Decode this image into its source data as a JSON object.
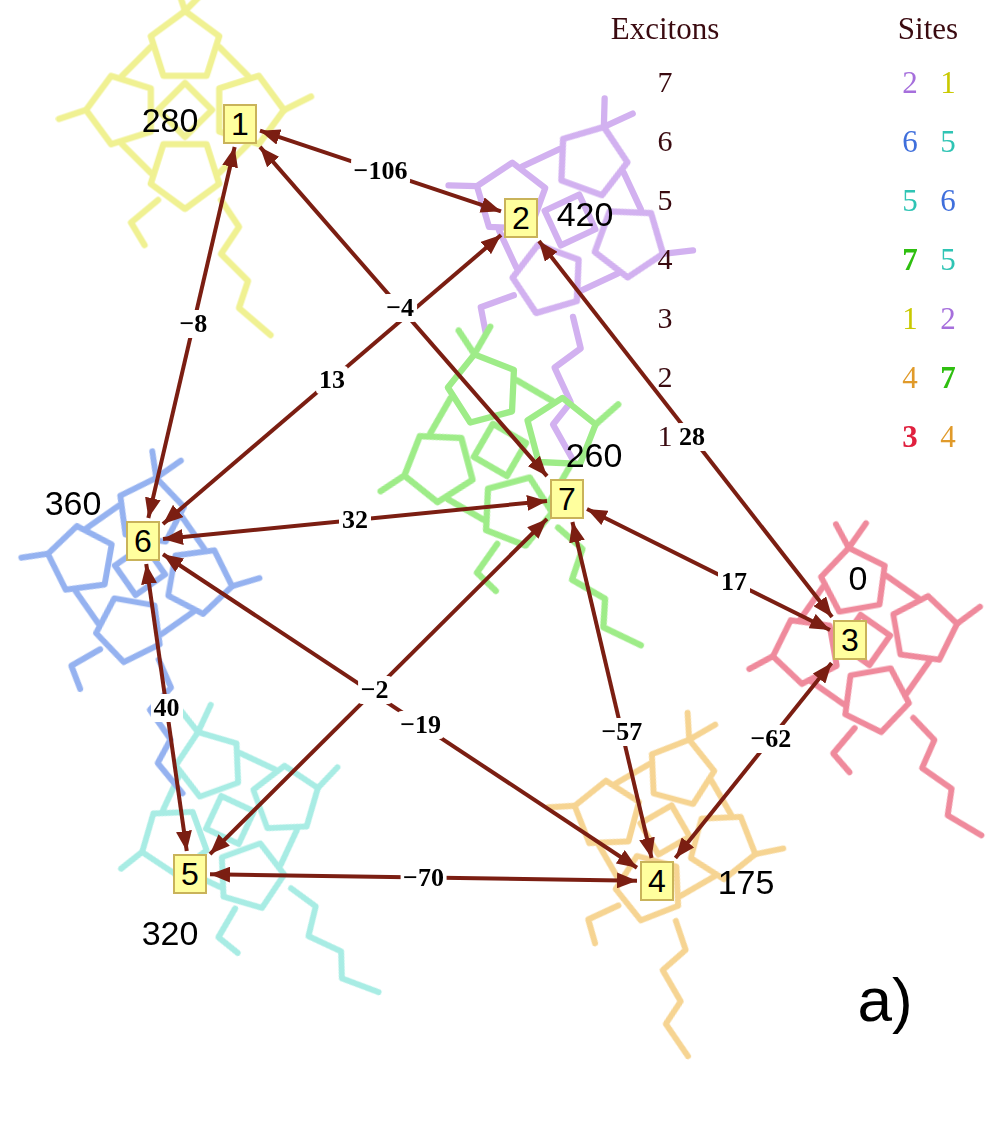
{
  "diagram": {
    "nodes": [
      {
        "text": [
          "1"
        ]
      },
      {
        "text": [
          "2"
        ]
      },
      {
        "text": [
          "3"
        ]
      },
      {
        "text": [
          "4"
        ]
      },
      {
        "text": [
          "5"
        ]
      },
      {
        "text": [
          "6"
        ]
      },
      {
        "text": [
          "7"
        ]
      }
    ],
    "edges": [
      {
        "from": 0,
        "to": 1,
        "arrow": "both",
        "label": "−106"
      },
      {
        "from": 0,
        "to": 6,
        "arrow": "both",
        "label": "−4"
      },
      {
        "from": 1,
        "to": 5,
        "arrow": "both",
        "label": "13"
      },
      {
        "from": 0,
        "to": 5,
        "arrow": "both",
        "label": "−8"
      },
      {
        "from": 5,
        "to": 6,
        "arrow": "both",
        "label": "32"
      },
      {
        "from": 1,
        "to": 2,
        "arrow": "both",
        "label": "28"
      },
      {
        "from": 6,
        "to": 2,
        "arrow": "both",
        "label": "17"
      },
      {
        "from": 5,
        "to": 4,
        "arrow": "both",
        "label": "40"
      },
      {
        "from": 6,
        "to": 4,
        "arrow": "both",
        "label": "−2"
      },
      {
        "from": 5,
        "to": 3,
        "arrow": "both",
        "label": "−19"
      },
      {
        "from": 6,
        "to": 3,
        "arrow": "both",
        "label": "−57"
      },
      {
        "from": 2,
        "to": 3,
        "arrow": "both",
        "label": "−62"
      },
      {
        "from": 4,
        "to": 3,
        "arrow": "both",
        "label": "−70"
      }
    ],
    "labels": [
      "Excitons",
      "Sites",
      "7",
      "2",
      "1",
      "6",
      "6",
      "5",
      "5",
      "5",
      "6",
      "4",
      "7",
      "5",
      "3",
      "1",
      "2",
      "2",
      "4",
      "7",
      "1",
      "3",
      "4",
      "280",
      "420",
      "0",
      "175",
      "320",
      "360",
      "260",
      "a)"
    ]
  }
}
